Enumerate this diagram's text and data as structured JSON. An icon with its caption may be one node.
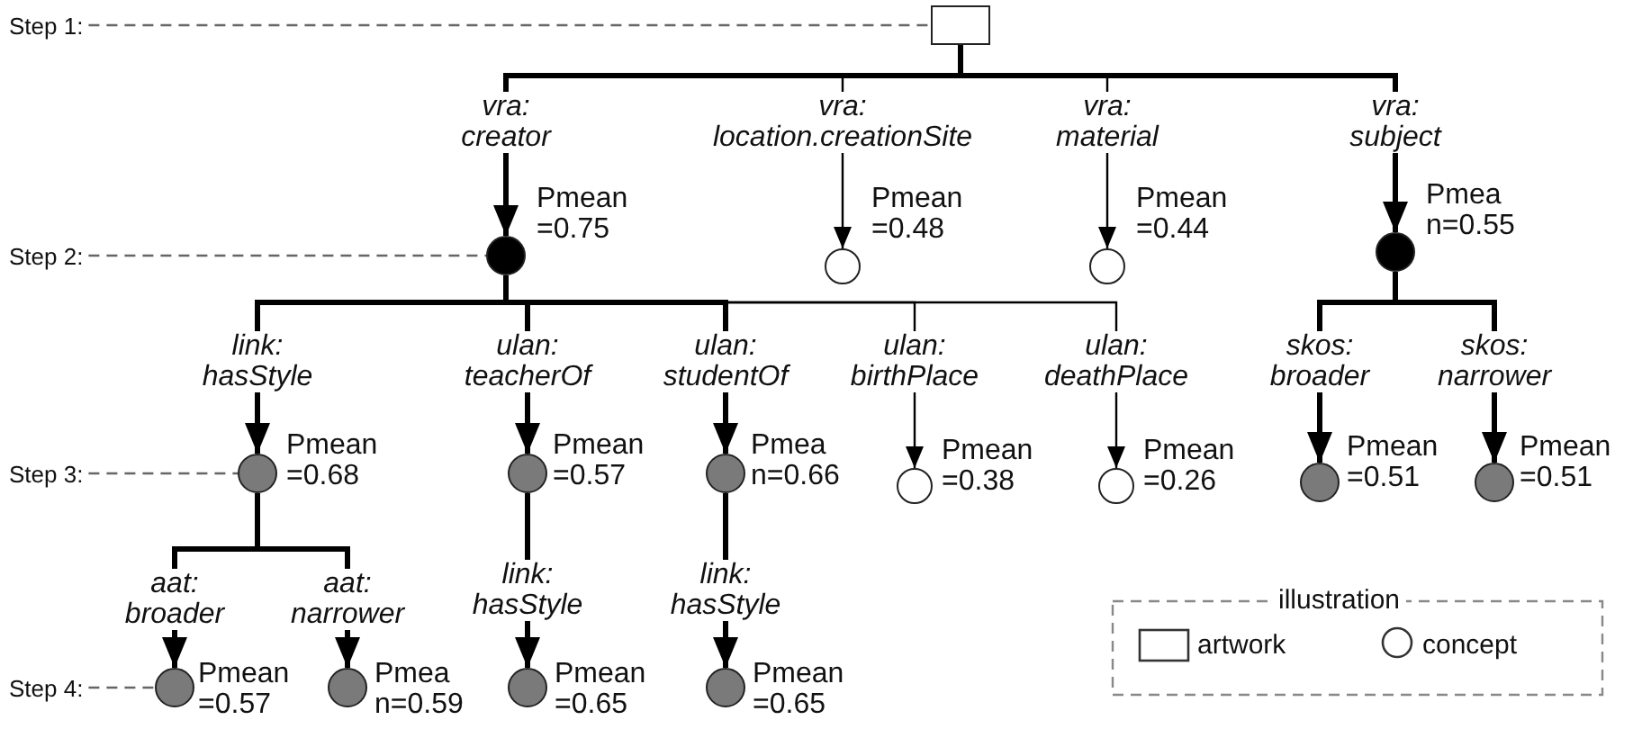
{
  "diagram": {
    "nodes": [
      {
        "text": [],
        "shape": "box"
      },
      {
        "text": [],
        "shape": "circle",
        "beside": [
          "Pmean =0.75"
        ]
      },
      {
        "text": [],
        "shape": "circle",
        "beside": [
          "Pmean =0.48"
        ]
      },
      {
        "text": [],
        "shape": "circle",
        "beside": [
          "Pmean =0.44"
        ]
      },
      {
        "text": [],
        "shape": "circle",
        "beside": [
          "Pmea n=0.55"
        ]
      },
      {
        "text": [],
        "shape": "circle",
        "beside": [
          "Pmean =0.68"
        ]
      },
      {
        "text": [],
        "shape": "circle",
        "beside": [
          "Pmean =0.57"
        ]
      },
      {
        "text": [],
        "shape": "circle",
        "beside": [
          "Pmea n=0.66"
        ]
      },
      {
        "text": [],
        "shape": "circle",
        "beside": [
          "Pmean =0.38"
        ]
      },
      {
        "text": [],
        "shape": "circle",
        "beside": [
          "Pmean =0.26"
        ]
      },
      {
        "text": [],
        "shape": "circle",
        "beside": [
          "Pmean =0.51"
        ]
      },
      {
        "text": [],
        "shape": "circle",
        "beside": [
          "Pmean =0.51"
        ]
      },
      {
        "text": [],
        "shape": "circle",
        "beside": [
          "Pmean =0.57"
        ]
      },
      {
        "text": [],
        "shape": "circle",
        "beside": [
          "Pmea n=0.59"
        ]
      },
      {
        "text": [],
        "shape": "circle",
        "beside": [
          "Pmean =0.65"
        ]
      },
      {
        "text": [],
        "shape": "circle",
        "beside": [
          "Pmean =0.65"
        ]
      },
      {
        "text": [
          "Step 1:"
        ]
      },
      {
        "text": [
          "Step 2:"
        ]
      },
      {
        "text": [
          "Step 3:"
        ]
      },
      {
        "text": [
          "Step 4:"
        ]
      }
    ],
    "edges": [
      {
        "from": 0,
        "to": 1,
        "arrow": "to",
        "label": "vra: creator"
      },
      {
        "from": 0,
        "to": 2,
        "arrow": "to",
        "label": "vra: location.creationSite"
      },
      {
        "from": 0,
        "to": 3,
        "arrow": "to",
        "label": "vra: material"
      },
      {
        "from": 0,
        "to": 4,
        "arrow": "to",
        "label": "vra: subject"
      },
      {
        "from": 1,
        "to": 5,
        "arrow": "to",
        "label": "link: hasStyle"
      },
      {
        "from": 1,
        "to": 6,
        "arrow": "to",
        "label": "ulan: teacherOf"
      },
      {
        "from": 1,
        "to": 7,
        "arrow": "to",
        "label": "ulan: studentOf"
      },
      {
        "from": 1,
        "to": 8,
        "arrow": "to",
        "label": "ulan: birthPlace"
      },
      {
        "from": 1,
        "to": 9,
        "arrow": "to",
        "label": "ulan: deathPlace"
      },
      {
        "from": 4,
        "to": 10,
        "arrow": "to",
        "label": "skos: broader"
      },
      {
        "from": 4,
        "to": 11,
        "arrow": "to",
        "label": "skos: narrower"
      },
      {
        "from": 5,
        "to": 12,
        "arrow": "to",
        "label": "aat: broader"
      },
      {
        "from": 5,
        "to": 13,
        "arrow": "to",
        "label": "aat: narrower"
      },
      {
        "from": 6,
        "to": 14,
        "arrow": "to",
        "label": "link: hasStyle"
      },
      {
        "from": 7,
        "to": 15,
        "arrow": "to",
        "label": "link: hasStyle"
      },
      {
        "from": 16,
        "to": 0,
        "arrow": "none",
        "style": "dashed",
        "color": "#666666"
      },
      {
        "from": 17,
        "to": 1,
        "arrow": "none",
        "style": "dashed",
        "color": "#666666"
      },
      {
        "from": 18,
        "to": 5,
        "arrow": "none",
        "style": "dashed",
        "color": "#666666"
      },
      {
        "from": 19,
        "to": 12,
        "arrow": "none",
        "style": "dashed",
        "color": "#666666"
      }
    ],
    "labels": [
      "illustration"
    ],
    "legend": [
      {
        "text": "artwork"
      },
      {
        "text": "concept"
      }
    ]
  }
}
